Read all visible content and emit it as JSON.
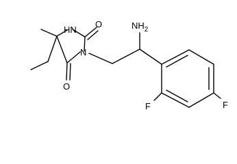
{
  "molecule": {
    "labels": {
      "nh": "HN",
      "o_top": "O",
      "n_ring": "N",
      "o_bottom": "O",
      "nh2": "NH",
      "nh2_subscript": "2",
      "f_ortho": "F",
      "f_para": "F"
    }
  },
  "colors": {
    "bond": "#000000",
    "text": "#000000",
    "background": "#ffffff"
  }
}
